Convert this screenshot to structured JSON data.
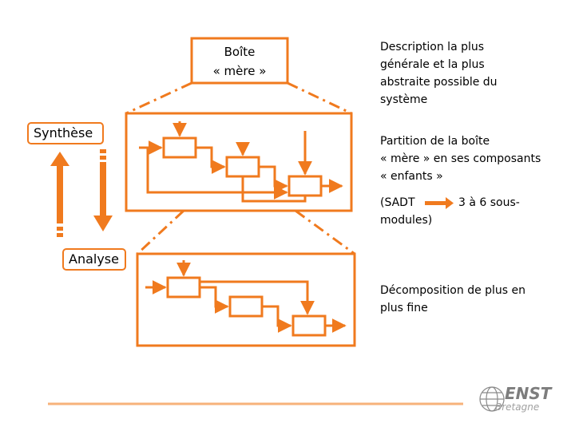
{
  "mother_box": {
    "line1": "Boîte",
    "line2": "« mère »"
  },
  "labels": {
    "synthese": "Synthèse",
    "analyse": "Analyse"
  },
  "descriptions": {
    "top": [
      "Description la plus",
      "générale et la plus",
      "abstraite possible du",
      "système"
    ],
    "middle": [
      "Partition de la boîte",
      "« mère » en ses composants",
      "« enfants »"
    ],
    "sadt": {
      "prefix": "(SADT",
      "suffix": "3 à 6 sous-",
      "line2": "modules)"
    },
    "bottom": [
      "Décomposition de plus en",
      "plus fine"
    ]
  },
  "logo": {
    "main": "ENST",
    "sub": "Bretagne"
  },
  "colors": {
    "accent": "#f07a1e",
    "text": "#000000",
    "logo": "#8a8a8a"
  }
}
